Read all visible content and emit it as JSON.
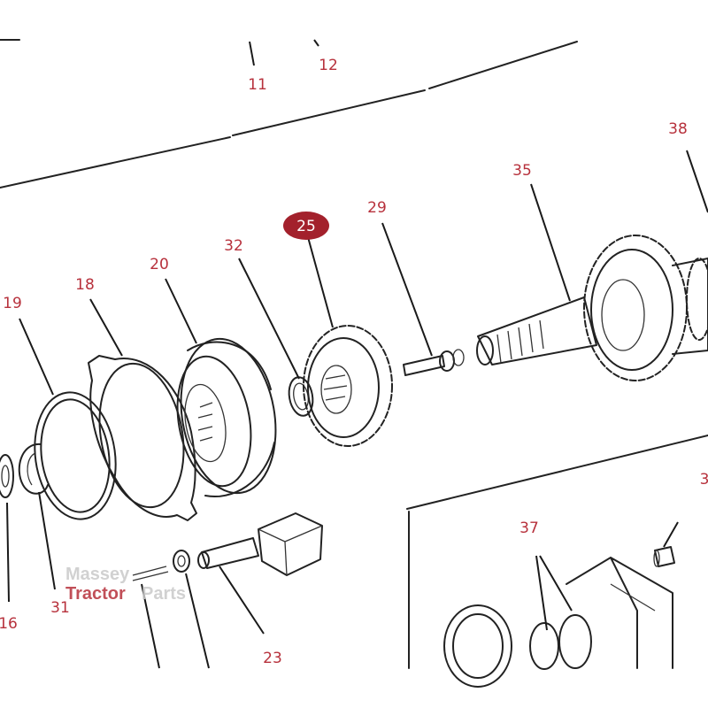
{
  "diagram": {
    "highlight_color": "#a3212c",
    "label_color": "#b7313c",
    "part_labels": [
      {
        "id": "l11",
        "text": "11"
      },
      {
        "id": "l12",
        "text": "12"
      },
      {
        "id": "l38",
        "text": "38"
      },
      {
        "id": "l35",
        "text": "35"
      },
      {
        "id": "l29",
        "text": "29"
      },
      {
        "id": "l25",
        "text": "25",
        "highlighted": true
      },
      {
        "id": "l32",
        "text": "32"
      },
      {
        "id": "l20",
        "text": "20"
      },
      {
        "id": "l18",
        "text": "18"
      },
      {
        "id": "l19",
        "text": "19"
      },
      {
        "id": "l37",
        "text": "37"
      },
      {
        "id": "l3",
        "text": "3"
      },
      {
        "id": "l16",
        "text": "16"
      },
      {
        "id": "l31",
        "text": "31"
      },
      {
        "id": "l23",
        "text": "23"
      }
    ],
    "watermark": {
      "line1": "Massey",
      "line2": "Tractor",
      "line3": "Parts"
    }
  }
}
